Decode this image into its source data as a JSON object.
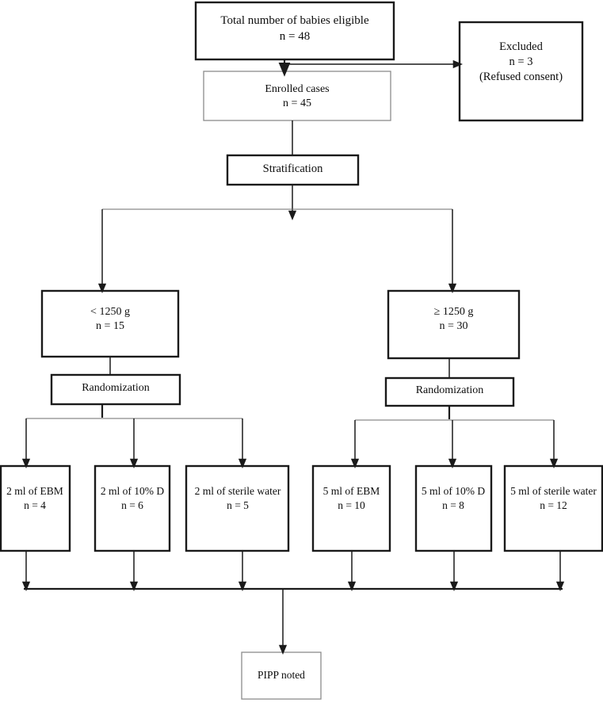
{
  "diagram": {
    "title": "CONSORT-style participant flow diagram",
    "type": "flowchart",
    "background_color": "#ffffff",
    "line_color": "#1a1a1a",
    "text_color": "#0d0d0d"
  },
  "nodes": {
    "eligible": {
      "line1": "Total number of babies eligible",
      "line2": "n = 48"
    },
    "excluded": {
      "line1": "Excluded",
      "line2": "n = 3",
      "line3": "(Refused consent)"
    },
    "enrolled": {
      "line1": "Enrolled cases",
      "line2": "n = 45"
    },
    "stratification": {
      "line1": "Stratification"
    },
    "weight_low": {
      "line1": "< 1250 g",
      "line2": "n = 15"
    },
    "weight_high": {
      "line1": "≥ 1250 g",
      "line2": "n = 30"
    },
    "randomization_left": {
      "line1": "Randomization"
    },
    "randomization_right": {
      "line1": "Randomization"
    },
    "arm1": {
      "line1": "2 ml of  EBM",
      "line2": "n = 4"
    },
    "arm2": {
      "line1": "2 ml of 10% D",
      "line2": "n = 6"
    },
    "arm3": {
      "line1": "2 ml of sterile water",
      "line2": "n = 5"
    },
    "arm4": {
      "line1": "5 ml of EBM",
      "line2": "n = 10"
    },
    "arm5": {
      "line1": "5 ml of 10% D",
      "line2": "n = 8"
    },
    "arm6": {
      "line1": "5 ml of sterile water",
      "line2": "n = 12"
    },
    "outcome": {
      "line1": "PIPP noted"
    }
  },
  "chart_data": {
    "type": "flowchart",
    "title": "Participant flow diagram",
    "stages": [
      {
        "id": "eligible",
        "label": "Total number of babies eligible",
        "n": 48
      },
      {
        "id": "excluded",
        "label": "Excluded (Refused consent)",
        "n": 3
      },
      {
        "id": "enrolled",
        "label": "Enrolled cases",
        "n": 45
      },
      {
        "id": "stratification",
        "label": "Stratification",
        "n": null
      },
      {
        "id": "weight_low",
        "label": "< 1250 g",
        "n": 15
      },
      {
        "id": "weight_high",
        "label": "≥ 1250 g",
        "n": 30
      },
      {
        "id": "randomization_left",
        "label": "Randomization",
        "n": null
      },
      {
        "id": "randomization_right",
        "label": "Randomization",
        "n": null
      },
      {
        "id": "arm1",
        "label": "2 ml of  EBM",
        "n": 4
      },
      {
        "id": "arm2",
        "label": "2 ml of 10% D",
        "n": 6
      },
      {
        "id": "arm3",
        "label": "2 ml of sterile water",
        "n": 5
      },
      {
        "id": "arm4",
        "label": "5 ml of EBM",
        "n": 10
      },
      {
        "id": "arm5",
        "label": "5 ml of 10% D",
        "n": 8
      },
      {
        "id": "arm6",
        "label": "5 ml of sterile water",
        "n": 12
      },
      {
        "id": "outcome",
        "label": "PIPP noted",
        "n": null
      }
    ],
    "edges": [
      {
        "from": "eligible",
        "to": "enrolled"
      },
      {
        "from": "eligible",
        "to": "excluded"
      },
      {
        "from": "enrolled",
        "to": "stratification"
      },
      {
        "from": "stratification",
        "to": "weight_low"
      },
      {
        "from": "stratification",
        "to": "weight_high"
      },
      {
        "from": "weight_low",
        "to": "randomization_left"
      },
      {
        "from": "weight_high",
        "to": "randomization_right"
      },
      {
        "from": "randomization_left",
        "to": "arm1"
      },
      {
        "from": "randomization_left",
        "to": "arm2"
      },
      {
        "from": "randomization_left",
        "to": "arm3"
      },
      {
        "from": "randomization_right",
        "to": "arm4"
      },
      {
        "from": "randomization_right",
        "to": "arm5"
      },
      {
        "from": "randomization_right",
        "to": "arm6"
      },
      {
        "from": "arm1",
        "to": "outcome"
      },
      {
        "from": "arm2",
        "to": "outcome"
      },
      {
        "from": "arm3",
        "to": "outcome"
      },
      {
        "from": "arm4",
        "to": "outcome"
      },
      {
        "from": "arm5",
        "to": "outcome"
      },
      {
        "from": "arm6",
        "to": "outcome"
      }
    ]
  }
}
